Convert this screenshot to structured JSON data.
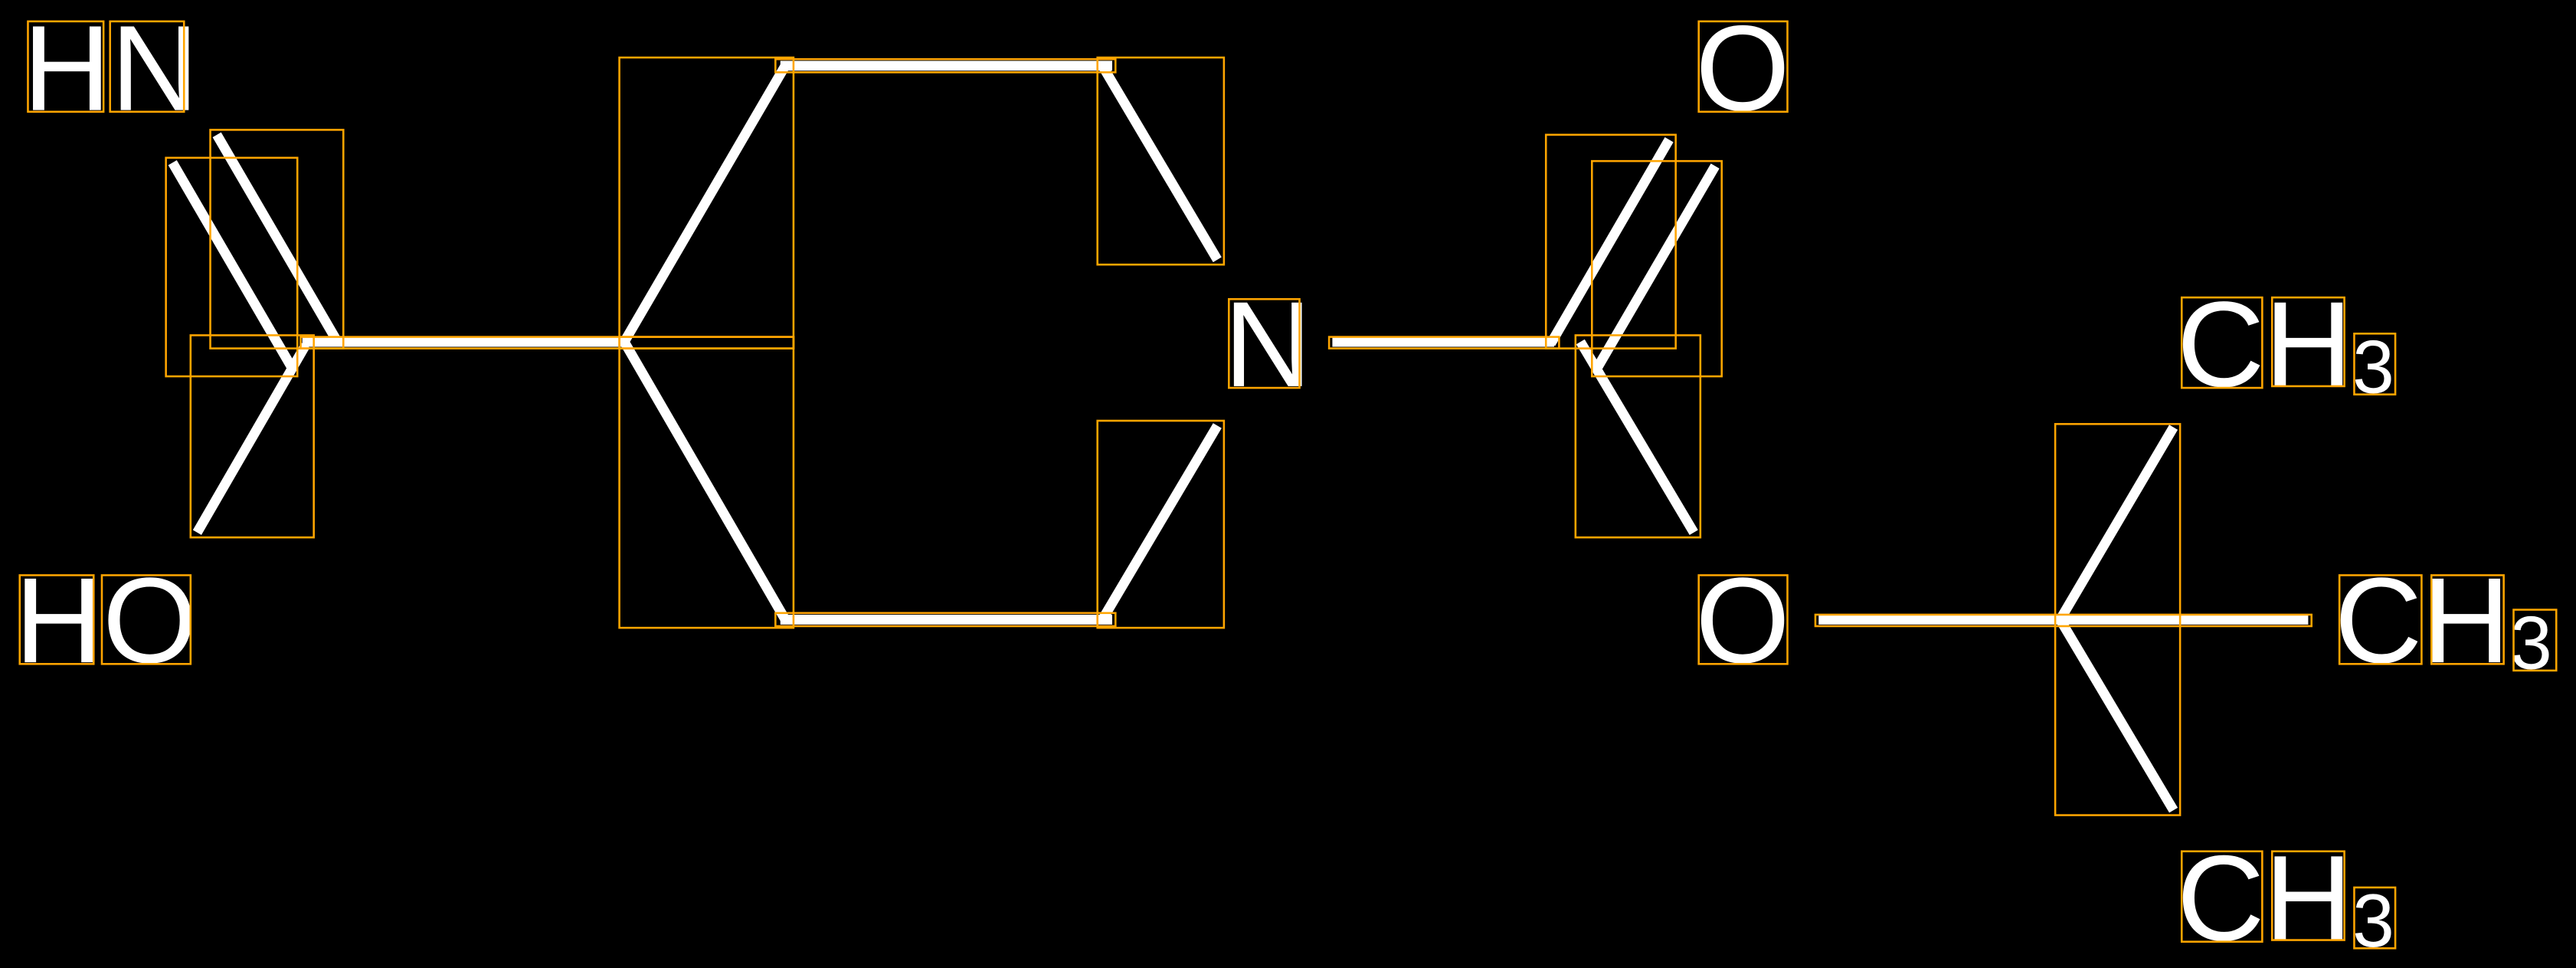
{
  "title": "Chemical structure diagram",
  "colors": {
    "background": "#000000",
    "bond": "#FFFFFF",
    "annotation_box": "#FFA500"
  },
  "atoms": {
    "hn": {
      "label": "HN"
    },
    "ho": {
      "label": "HO"
    },
    "o_top": {
      "label": "O"
    },
    "n_ring": {
      "label": "N"
    },
    "o_ester": {
      "label": "O"
    },
    "ch3_top": {
      "main": "CH",
      "sub": "3"
    },
    "ch3_right": {
      "main": "CH",
      "sub": "3"
    },
    "ch3_bottom": {
      "main": "CH",
      "sub": "3"
    }
  }
}
